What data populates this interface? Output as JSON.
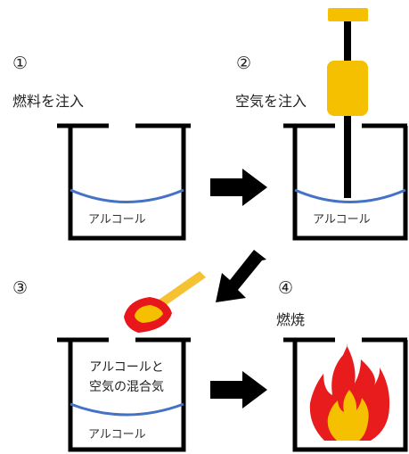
{
  "steps": [
    {
      "number": "①",
      "caption": "燃料を注入",
      "liquid_label": "アルコール"
    },
    {
      "number": "②",
      "caption": "空気を注入",
      "liquid_label": "アルコール"
    },
    {
      "number": "③",
      "caption": "",
      "liquid_label": "アルコール",
      "mixture_label_line1": "アルコールと",
      "mixture_label_line2": "空気の混合気"
    },
    {
      "number": "④",
      "caption": "燃焼"
    }
  ],
  "colors": {
    "outline": "#000000",
    "liquid_surface": "#4472c4",
    "pump": "#f5c000",
    "match_stick": "#f5c232",
    "match_head_outer": "#e8171c",
    "match_head_inner": "#f5c000",
    "flame_outer": "#e81c1c",
    "flame_inner": "#f5c000",
    "arrow": "#000000"
  },
  "icons": [
    "pump-icon",
    "match-icon",
    "flame-icon",
    "arrow-icon"
  ]
}
